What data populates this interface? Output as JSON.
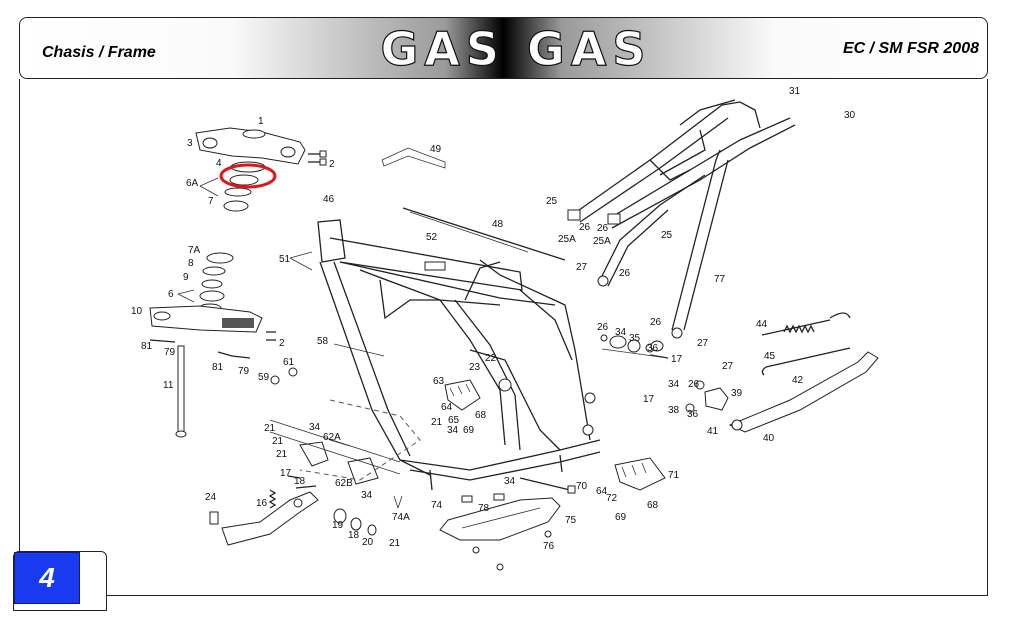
{
  "header": {
    "left_title": "Chasis / Frame",
    "brand": "GAS GAS",
    "model": "EC / SM FSR 2008"
  },
  "page_number": "4",
  "highlight_color": "#e0141b",
  "badge_color": "#1a3aef",
  "callouts": [
    {
      "id": "c1",
      "text": "1"
    },
    {
      "id": "c2",
      "text": "2"
    },
    {
      "id": "c3",
      "text": "3"
    },
    {
      "id": "c4",
      "text": "4"
    },
    {
      "id": "c6a",
      "text": "6A"
    },
    {
      "id": "c7",
      "text": "7"
    },
    {
      "id": "c7a",
      "text": "7A"
    },
    {
      "id": "c8",
      "text": "8"
    },
    {
      "id": "c9",
      "text": "9"
    },
    {
      "id": "c6",
      "text": "6"
    },
    {
      "id": "c10",
      "text": "10"
    },
    {
      "id": "c81a",
      "text": "81"
    },
    {
      "id": "c79a",
      "text": "79"
    },
    {
      "id": "c2b",
      "text": "2"
    },
    {
      "id": "c11",
      "text": "11"
    },
    {
      "id": "c81b",
      "text": "81"
    },
    {
      "id": "c79b",
      "text": "79"
    },
    {
      "id": "c59",
      "text": "59"
    },
    {
      "id": "c61",
      "text": "61"
    },
    {
      "id": "c46",
      "text": "46"
    },
    {
      "id": "c49",
      "text": "49"
    },
    {
      "id": "c48",
      "text": "48"
    },
    {
      "id": "c52",
      "text": "52"
    },
    {
      "id": "c51",
      "text": "51"
    },
    {
      "id": "c58",
      "text": "58"
    },
    {
      "id": "c22",
      "text": "22"
    },
    {
      "id": "c23",
      "text": "23"
    },
    {
      "id": "c63",
      "text": "63"
    },
    {
      "id": "c64a",
      "text": "64"
    },
    {
      "id": "c65",
      "text": "65"
    },
    {
      "id": "c68a",
      "text": "68"
    },
    {
      "id": "c21a",
      "text": "21"
    },
    {
      "id": "c34a",
      "text": "34"
    },
    {
      "id": "c69a",
      "text": "69"
    },
    {
      "id": "c21b",
      "text": "21"
    },
    {
      "id": "c34b",
      "text": "34"
    },
    {
      "id": "c62a",
      "text": "62A"
    },
    {
      "id": "c21c",
      "text": "21"
    },
    {
      "id": "c21d",
      "text": "21"
    },
    {
      "id": "c17a",
      "text": "17"
    },
    {
      "id": "c18a",
      "text": "18"
    },
    {
      "id": "c62b",
      "text": "62B"
    },
    {
      "id": "c34c",
      "text": "34"
    },
    {
      "id": "c74a",
      "text": "74A"
    },
    {
      "id": "c74",
      "text": "74"
    },
    {
      "id": "c34d",
      "text": "34"
    },
    {
      "id": "c24",
      "text": "24"
    },
    {
      "id": "c16",
      "text": "16"
    },
    {
      "id": "c19",
      "text": "19"
    },
    {
      "id": "c18b",
      "text": "18"
    },
    {
      "id": "c20",
      "text": "20"
    },
    {
      "id": "c21e",
      "text": "21"
    },
    {
      "id": "c78",
      "text": "78"
    },
    {
      "id": "c75",
      "text": "75"
    },
    {
      "id": "c76",
      "text": "76"
    },
    {
      "id": "c70",
      "text": "70"
    },
    {
      "id": "c71",
      "text": "71"
    },
    {
      "id": "c64b",
      "text": "64"
    },
    {
      "id": "c72",
      "text": "72"
    },
    {
      "id": "c68b",
      "text": "68"
    },
    {
      "id": "c69b",
      "text": "69"
    },
    {
      "id": "c31",
      "text": "31"
    },
    {
      "id": "c30",
      "text": "30"
    },
    {
      "id": "c25a",
      "text": "25"
    },
    {
      "id": "c26a",
      "text": "26"
    },
    {
      "id": "c26b",
      "text": "26"
    },
    {
      "id": "c25aa",
      "text": "25A"
    },
    {
      "id": "c25ab",
      "text": "25A"
    },
    {
      "id": "c25b",
      "text": "25"
    },
    {
      "id": "c27a",
      "text": "27"
    },
    {
      "id": "c26c",
      "text": "26"
    },
    {
      "id": "c77",
      "text": "77"
    },
    {
      "id": "c26d",
      "text": "26"
    },
    {
      "id": "c34e",
      "text": "34"
    },
    {
      "id": "c35",
      "text": "35"
    },
    {
      "id": "c26e",
      "text": "26"
    },
    {
      "id": "c27b",
      "text": "27"
    },
    {
      "id": "c36a",
      "text": "36"
    },
    {
      "id": "c17b",
      "text": "17"
    },
    {
      "id": "c44",
      "text": "44"
    },
    {
      "id": "c45",
      "text": "45"
    },
    {
      "id": "c27c",
      "text": "27"
    },
    {
      "id": "c42",
      "text": "42"
    },
    {
      "id": "c34f",
      "text": "34"
    },
    {
      "id": "c26f",
      "text": "26"
    },
    {
      "id": "c39",
      "text": "39"
    },
    {
      "id": "c17c",
      "text": "17"
    },
    {
      "id": "c38",
      "text": "38"
    },
    {
      "id": "c36b",
      "text": "36"
    },
    {
      "id": "c41",
      "text": "41"
    },
    {
      "id": "c40",
      "text": "40"
    }
  ]
}
